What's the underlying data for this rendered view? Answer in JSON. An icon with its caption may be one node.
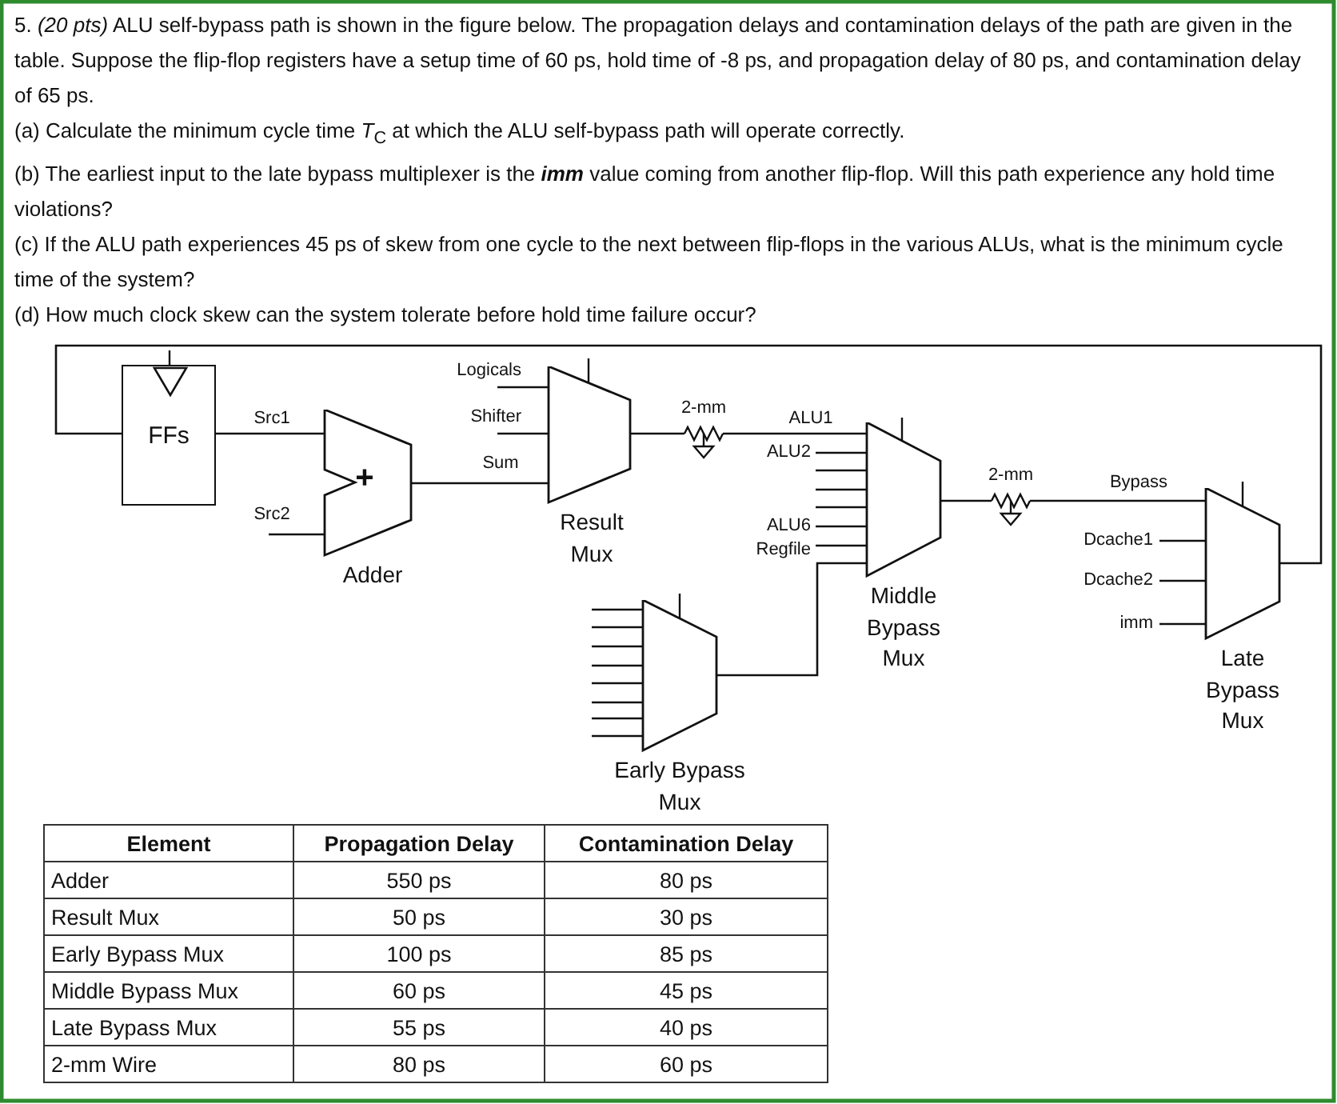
{
  "diagram": {
    "nodes": [
      {
        "text": [
          "FFs"
        ]
      },
      {
        "text": [
          "+",
          "Adder"
        ]
      },
      {
        "text": [
          "Result Mux"
        ]
      },
      {
        "text": [
          "Middle Bypass Mux"
        ]
      },
      {
        "text": [
          "Late Bypass Mux"
        ]
      },
      {
        "text": [
          "Early Bypass Mux"
        ]
      },
      {
        "text": [
          "2-mm"
        ]
      },
      {
        "text": [
          "2-mm"
        ]
      }
    ],
    "edges": [
      {
        "from": 0,
        "to": 1,
        "arrow": "none",
        "label": "Src1"
      },
      {
        "from": null,
        "to": 1,
        "arrow": "none",
        "label": "Src2"
      },
      {
        "from": 1,
        "to": 2,
        "arrow": "none",
        "label": "Sum"
      },
      {
        "from": null,
        "to": 2,
        "arrow": "none",
        "label": "Logicals"
      },
      {
        "from": null,
        "to": 2,
        "arrow": "none",
        "label": "Shifter"
      },
      {
        "from": 2,
        "to": 6,
        "arrow": "none"
      },
      {
        "from": 6,
        "to": 3,
        "arrow": "none",
        "label": "ALU1"
      },
      {
        "from": null,
        "to": 3,
        "arrow": "none",
        "label": "ALU2"
      },
      {
        "from": null,
        "to": 3,
        "arrow": "none"
      },
      {
        "from": null,
        "to": 3,
        "arrow": "none"
      },
      {
        "from": null,
        "to": 3,
        "arrow": "none"
      },
      {
        "from": null,
        "to": 3,
        "arrow": "none",
        "label": "ALU6"
      },
      {
        "from": null,
        "to": 3,
        "arrow": "none",
        "label": "Regfile"
      },
      {
        "from": 5,
        "to": 3,
        "arrow": "none"
      },
      {
        "from": 3,
        "to": 7,
        "arrow": "none"
      },
      {
        "from": 7,
        "to": 4,
        "arrow": "none",
        "label": "Bypass"
      },
      {
        "from": null,
        "to": 4,
        "arrow": "none",
        "label": "Dcache1"
      },
      {
        "from": null,
        "to": 4,
        "arrow": "none",
        "label": "Dcache2"
      },
      {
        "from": null,
        "to": 4,
        "arrow": "none",
        "label": "imm"
      },
      {
        "from": 4,
        "to": 0,
        "arrow": "none"
      },
      {
        "from": null,
        "to": 5,
        "arrow": "none"
      },
      {
        "from": null,
        "to": 5,
        "arrow": "none"
      },
      {
        "from": null,
        "to": 5,
        "arrow": "none"
      },
      {
        "from": null,
        "to": 5,
        "arrow": "none"
      },
      {
        "from": null,
        "to": 5,
        "arrow": "none"
      },
      {
        "from": null,
        "to": 5,
        "arrow": "none"
      },
      {
        "from": null,
        "to": 5,
        "arrow": "none"
      },
      {
        "from": null,
        "to": 5,
        "arrow": "none"
      }
    ],
    "labels": [
      "5. *(20 pts)* ALU self-bypass path is shown in the figure below. The propagation delays and contamination delays of the path are given in the table. Suppose the flip-flop registers have a setup time of 60 ps, hold time of -8 ps, and propagation delay of 80 ps, and contamination delay of 65 ps.",
      "(a) Calculate the minimum cycle time *T*$_{C}$ at which the ALU self-bypass path will operate correctly.",
      "(b) The earliest input to the late bypass multiplexer is the **imm** value coming from another flip-flop. Will this path experience any hold time violations?",
      "(c) If the ALU path experiences 45 ps of skew from one cycle to the next between flip-flops in the various ALUs, what is the minimum cycle time of the system?",
      "(d) How much clock skew can the system tolerate before hold time failure occur?",
      "Element",
      "Propagation Delay",
      "Contamination Delay",
      "Adder",
      "550 ps",
      "80 ps",
      "Result Mux",
      "50 ps",
      "30 ps",
      "Early Bypass Mux",
      "100 ps",
      "85 ps",
      "Middle Bypass Mux",
      "60 ps",
      "45 ps",
      "Late Bypass Mux",
      "55 ps",
      "40 ps",
      "2-mm Wire",
      "80 ps",
      "60 ps"
    ]
  }
}
